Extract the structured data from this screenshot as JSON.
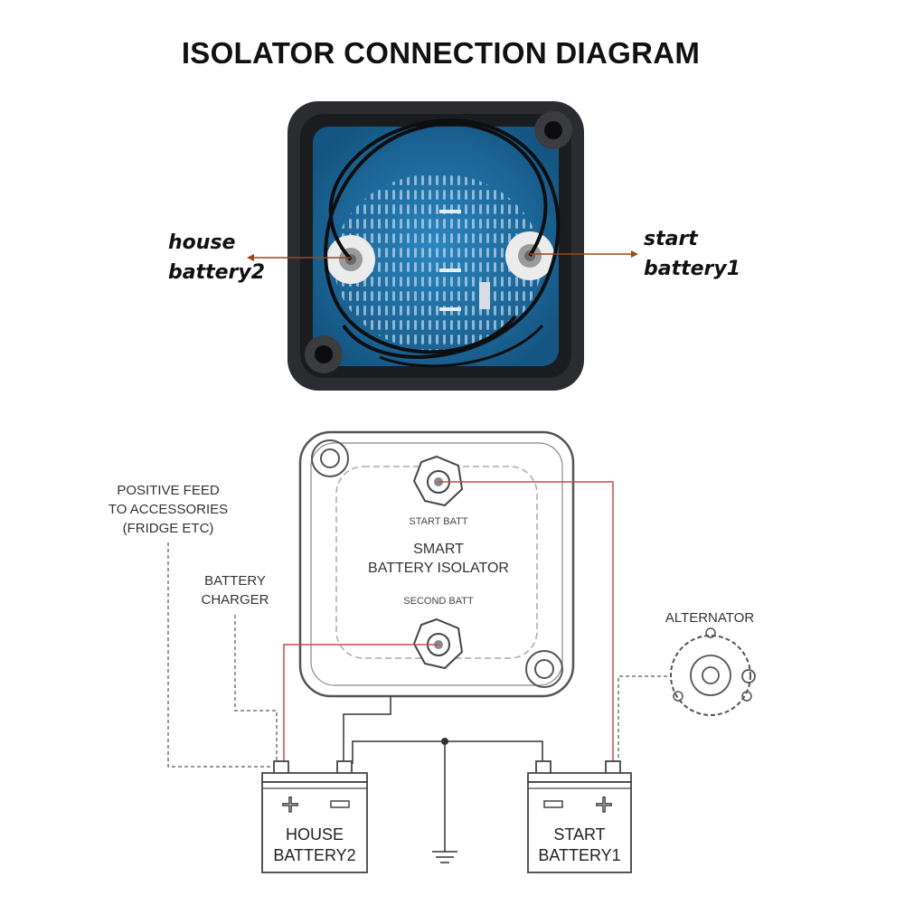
{
  "title": "ISOLATOR CONNECTION DIAGRAM",
  "photo": {
    "left_callout": {
      "line1": "house",
      "line2": "battery2"
    },
    "right_callout": {
      "line1": "start",
      "line2": "battery1"
    }
  },
  "schematic": {
    "isolator": {
      "top_terminal": "START BATT",
      "name_line1": "SMART",
      "name_line2": "BATTERY ISOLATOR",
      "bottom_terminal": "SECOND BATT"
    },
    "positive_feed": {
      "line1": "POSITIVE FEED",
      "line2": "TO ACCESSORIES",
      "line3": "(FRIDGE ETC)"
    },
    "charger": {
      "line1": "BATTERY",
      "line2": "CHARGER"
    },
    "alternator": "ALTERNATOR",
    "house_battery": {
      "line1": "HOUSE",
      "line2": "BATTERY2"
    },
    "start_battery": {
      "line1": "START",
      "line2": "BATTERY1"
    }
  },
  "colors": {
    "board": "#1f6fa0",
    "housing": "#2a2c30",
    "wire_red": "#c94a4a",
    "wire_black": "#333333",
    "leader": "#9a4a1a"
  }
}
